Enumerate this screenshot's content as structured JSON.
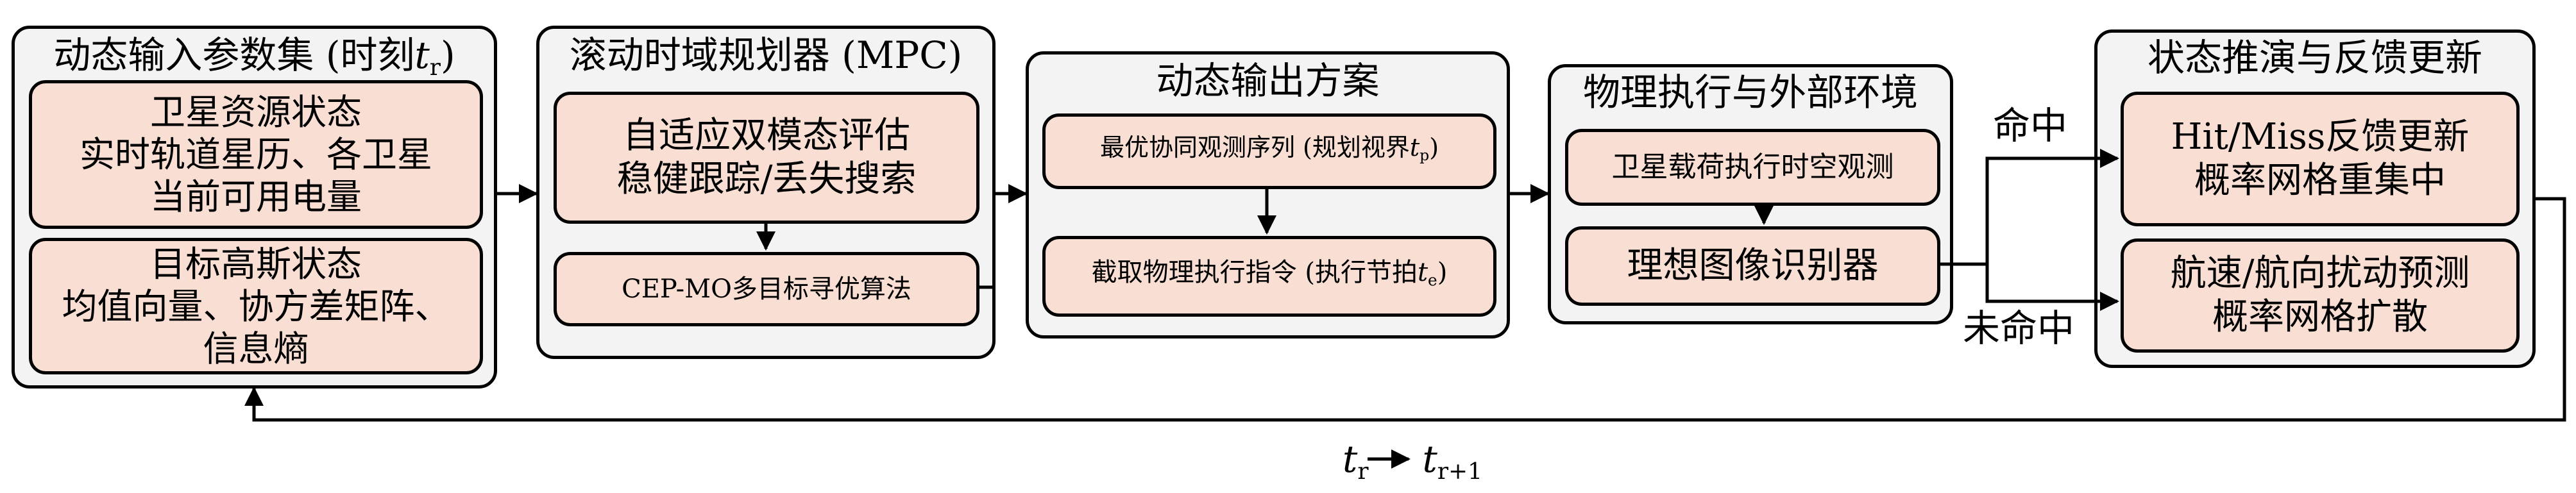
{
  "groups": {
    "dynamic_input": {
      "title": "动态输入参数集 (时刻",
      "title_var": "t",
      "title_sub": "r",
      "title_close": ")",
      "satellite_box": "卫星资源状态\n实时轨道星历、各卫星\n当前可用电量",
      "target_box": "目标高斯状态\n均值向量、协方差矩阵、\n信息熵"
    },
    "mpc": {
      "title": "滚动时域规划器 (MPC)",
      "eval_box": "自适应双模态评估\n稳健跟踪/丢失搜索",
      "algo_box": "CEP-MO多目标寻优算法"
    },
    "output": {
      "title": "动态输出方案",
      "seq_box": "最优协同观测序列 (规划视界",
      "seq_var": "t",
      "seq_sub": "p",
      "seq_close": ")",
      "cmd_box": "截取物理执行指令 (执行节拍",
      "cmd_var": "t",
      "cmd_sub": "e",
      "cmd_close": ")"
    },
    "physical": {
      "title": "物理执行与外部环境",
      "observe_box": "卫星载荷执行时空观测",
      "recognizer_box": "理想图像识别器"
    },
    "feedback": {
      "title": "状态推演与反馈更新",
      "hit_box": "Hit/Miss反馈更新\n概率网格重集中",
      "predict_box": "航速/航向扰动预测\n概率网格扩散"
    }
  },
  "labels": {
    "hit": "命中",
    "miss": "未命中",
    "step_from_var": "t",
    "step_from_sub": "r",
    "step_to_var": "t",
    "step_to_sub": "r+1"
  }
}
